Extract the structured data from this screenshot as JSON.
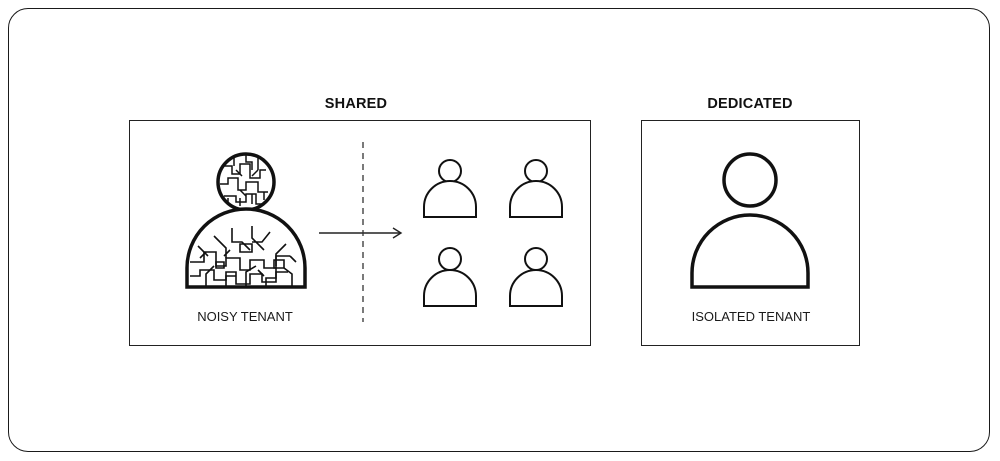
{
  "headings": {
    "shared": "SHARED",
    "dedicated": "DEDICATED"
  },
  "labels": {
    "noisy_tenant": "NOISY TENANT",
    "isolated_tenant": "ISOLATED TENANT"
  },
  "icons": {
    "noisy": "person-icon-circuit-pattern",
    "neighbors": "person-icon",
    "isolated": "person-icon",
    "arrow": "arrow-right-icon"
  },
  "colors": {
    "stroke": "#111111",
    "background": "#ffffff"
  }
}
